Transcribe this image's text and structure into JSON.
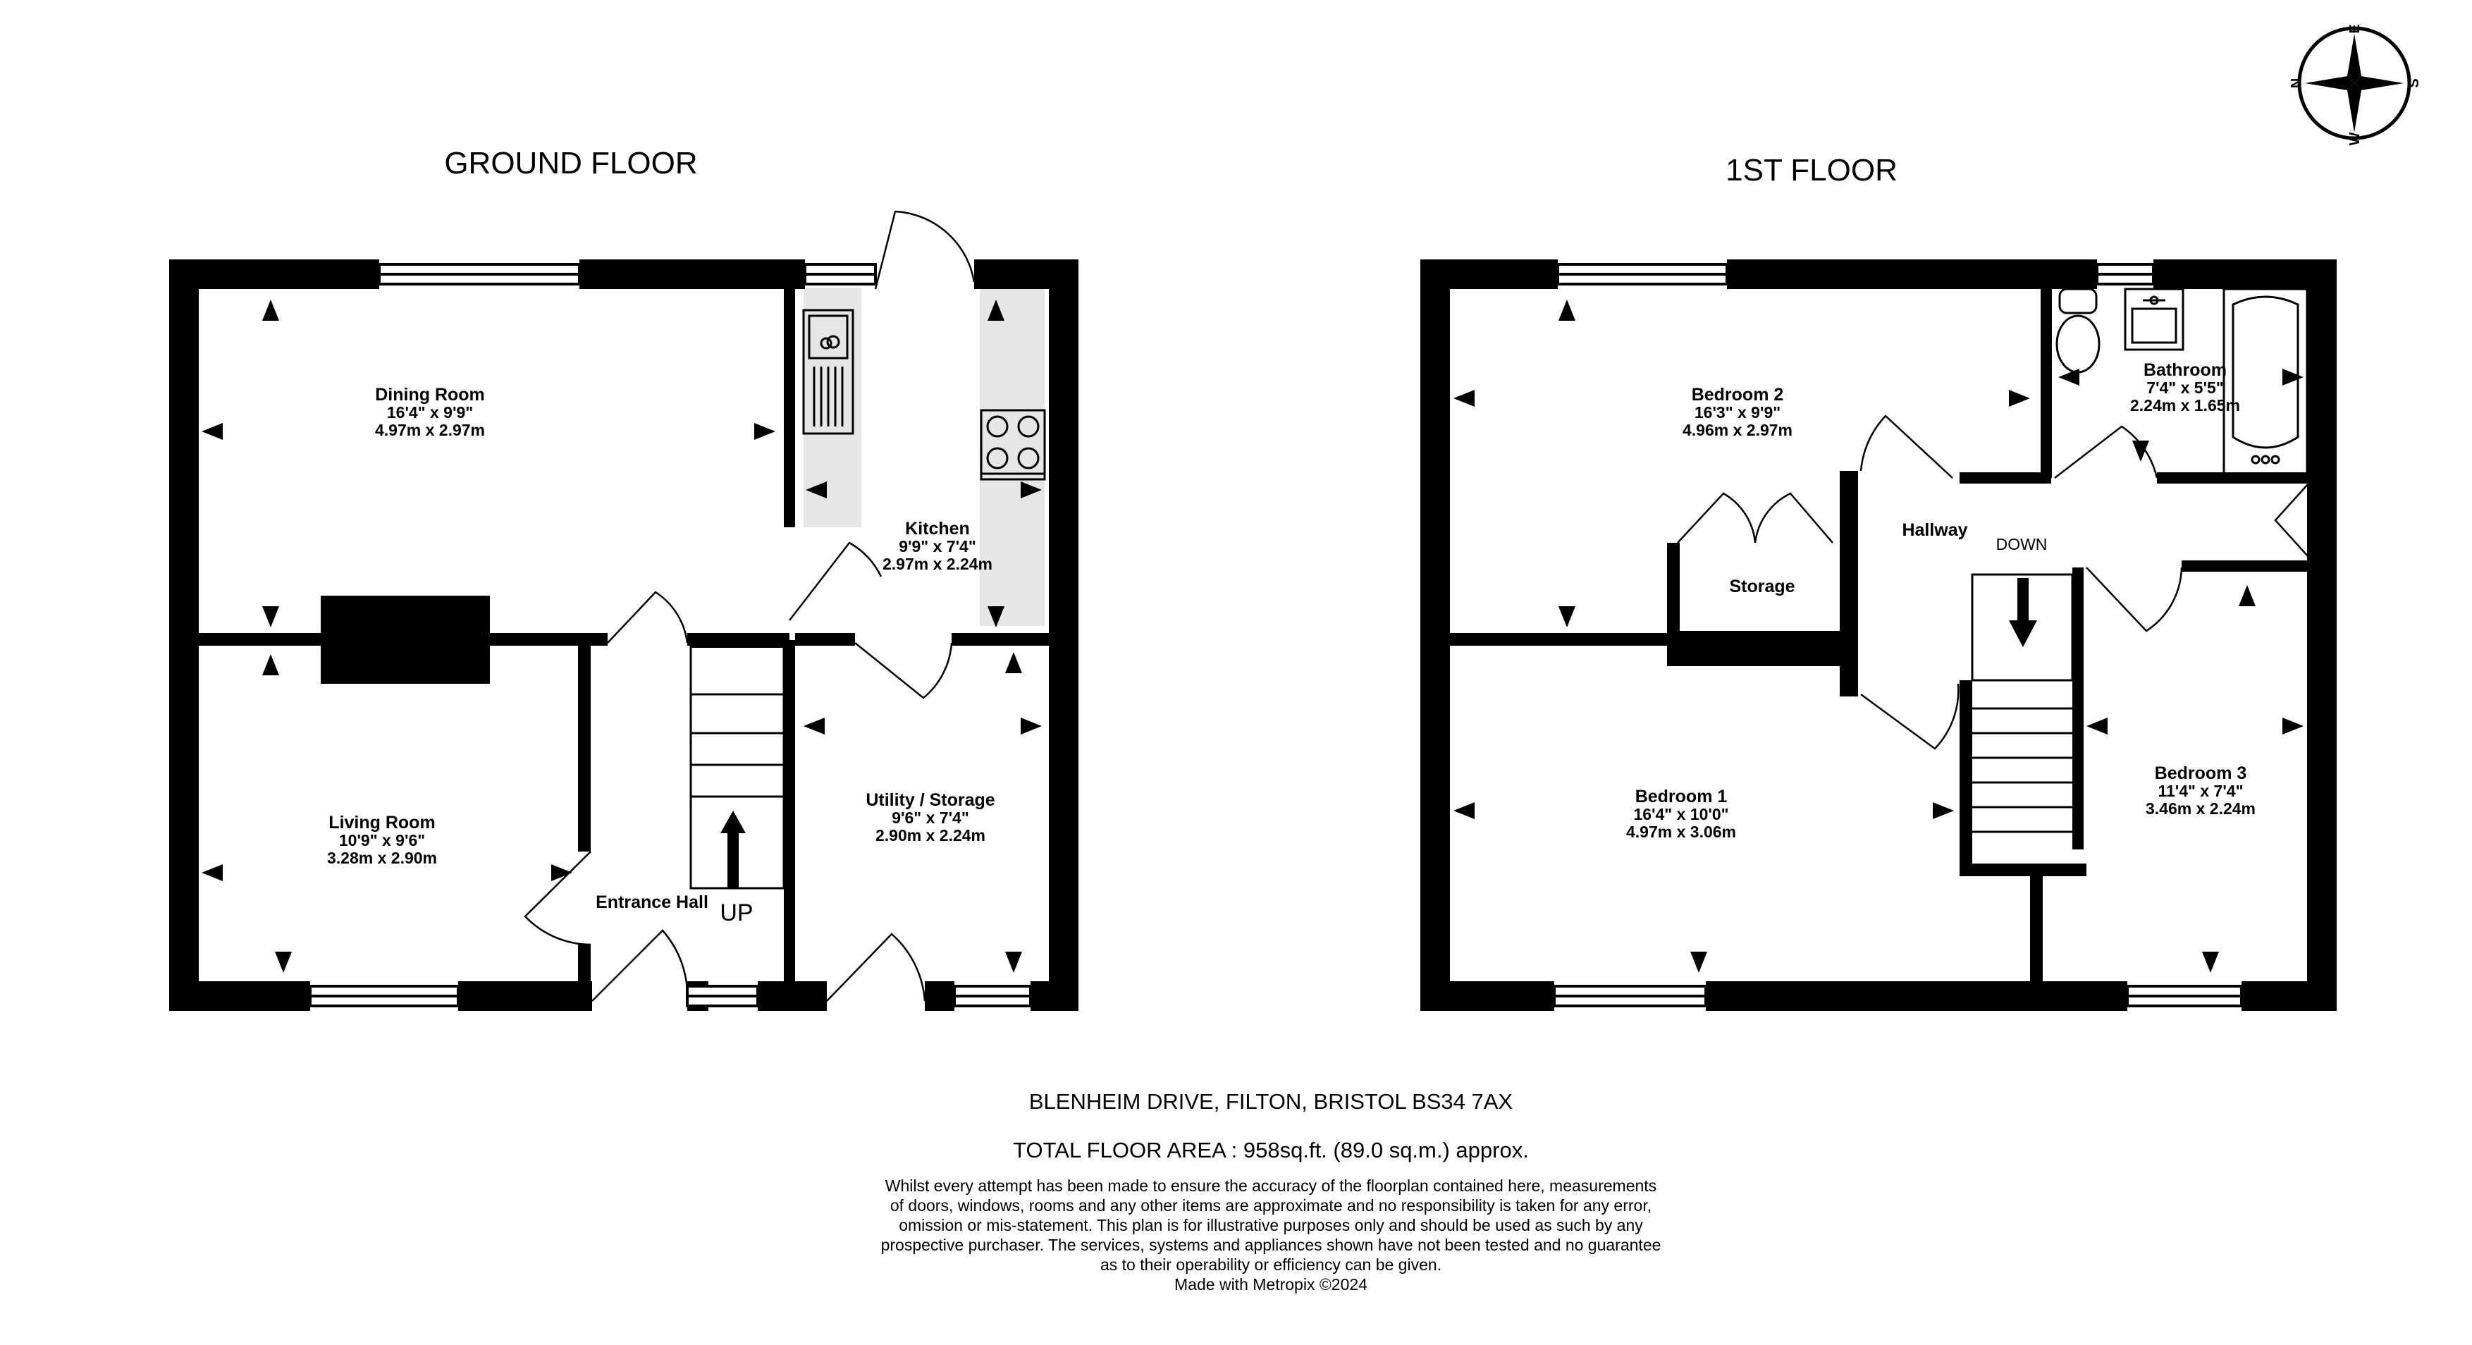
{
  "floors": {
    "ground": {
      "title": "GROUND FLOOR",
      "rooms": {
        "dining": {
          "name": "Dining Room",
          "imperial": "16'4\"  x 9'9\"",
          "metric": "4.97m  x 2.97m"
        },
        "kitchen": {
          "name": "Kitchen",
          "imperial": "9'9\"  x 7'4\"",
          "metric": "2.97m  x 2.24m"
        },
        "living": {
          "name": "Living Room",
          "imperial": "10'9\"  x 9'6\"",
          "metric": "3.28m  x 2.90m"
        },
        "utility": {
          "name": "Utility / Storage",
          "imperial": "9'6\"  x 7'4\"",
          "metric": "2.90m  x 2.24m"
        },
        "entrance": {
          "name": "Entrance Hall"
        }
      },
      "stairs_label": "UP"
    },
    "first": {
      "title": "1ST FLOOR",
      "rooms": {
        "bedroom2": {
          "name": "Bedroom 2",
          "imperial": "16'3\"  x 9'9\"",
          "metric": "4.96m  x 2.97m"
        },
        "bathroom": {
          "name": "Bathroom",
          "imperial": "7'4\"  x 5'5\"",
          "metric": "2.24m  x 1.65m"
        },
        "hallway": {
          "name": "Hallway"
        },
        "storage": {
          "name": "Storage"
        },
        "bedroom1": {
          "name": "Bedroom 1",
          "imperial": "16'4\"  x 10'0\"",
          "metric": "4.97m  x 3.06m"
        },
        "bedroom3": {
          "name": "Bedroom 3",
          "imperial": "11'4\"  x 7'4\"",
          "metric": "3.46m  x 2.24m"
        }
      },
      "stairs_label": "DOWN"
    }
  },
  "compass": {
    "n": "N",
    "e": "E",
    "s": "S",
    "w": "W"
  },
  "footer": {
    "address": "BLENHEIM DRIVE, FILTON, BRISTOL  BS34 7AX",
    "total_area": "TOTAL FLOOR AREA : 958sq.ft. (89.0 sq.m.) approx.",
    "disclaimer": [
      "Whilst every attempt has been made to ensure the accuracy of the floorplan contained here, measurements",
      "of doors, windows, rooms and any other items are approximate and no responsibility is taken for any error,",
      "omission or mis-statement. This plan is for illustrative purposes only and should be used as such by any",
      "prospective purchaser. The services, systems and appliances shown have not been tested and no guarantee",
      "as to their operability or efficiency can be given.",
      "Made with Metropix ©2024"
    ]
  },
  "colors": {
    "wall": "#000000",
    "background": "#ffffff",
    "counter": "#e6e6e6"
  }
}
